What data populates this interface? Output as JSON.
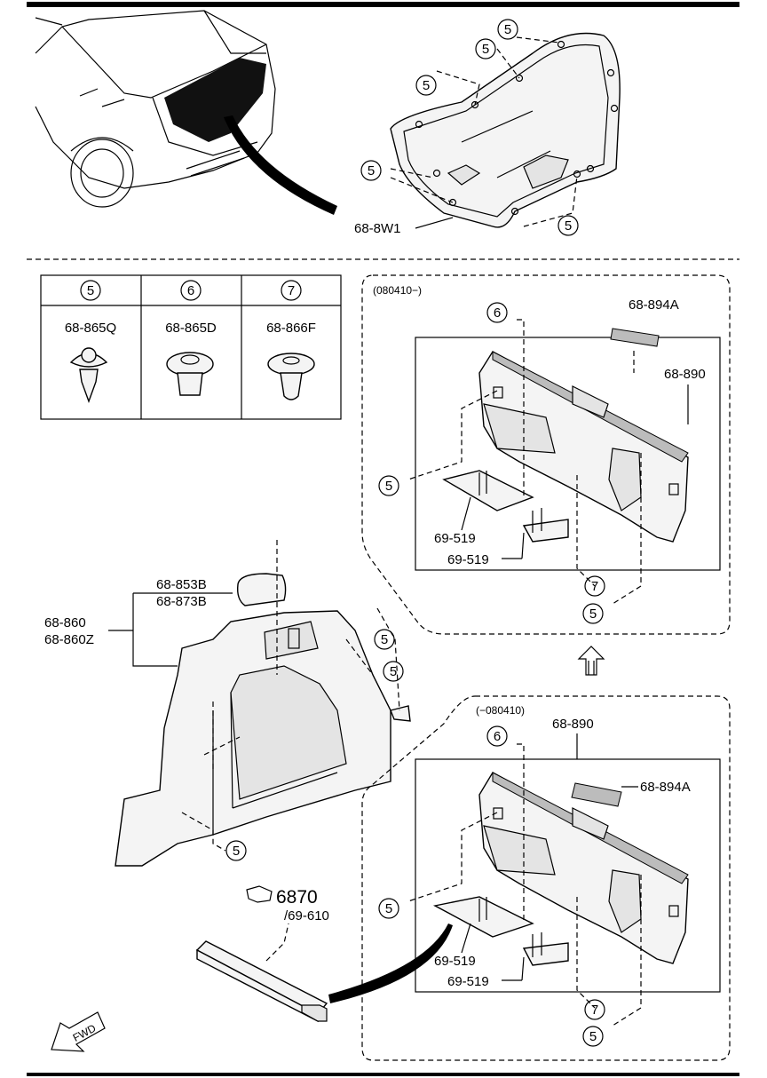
{
  "clip_table": [
    {
      "num": "5",
      "part": "68-865Q"
    },
    {
      "num": "6",
      "part": "68-865D"
    },
    {
      "num": "7",
      "part": "68-866F"
    }
  ],
  "top_section": {
    "trunk_lid_trim_label": "68-8W1",
    "clip_callout": "5"
  },
  "upper_variant": {
    "date_range": "(080410−)",
    "trim_label": "68-890",
    "plate_label": "68-894A",
    "clip_6": "6",
    "clip_5": "5",
    "clip_7": "7",
    "bracket_label_1": "69-519",
    "bracket_label_2": "69-519"
  },
  "lower_variant": {
    "date_range": "(−080410)",
    "trim_label": "68-890",
    "plate_label": "68-894A",
    "clip_6": "6",
    "clip_5": "5",
    "clip_7": "7",
    "bracket_label_1": "69-519",
    "bracket_label_2": "69-519"
  },
  "side_trim": {
    "cover_label_1": "68-853B",
    "cover_label_2": "68-873B",
    "trim_label_1": "68-860",
    "trim_label_2": "68-860Z",
    "clip_callout": "5"
  },
  "jack_ref": {
    "ref_number": "6870",
    "ref_part": "/69-610"
  },
  "fwd_label": "FWD"
}
